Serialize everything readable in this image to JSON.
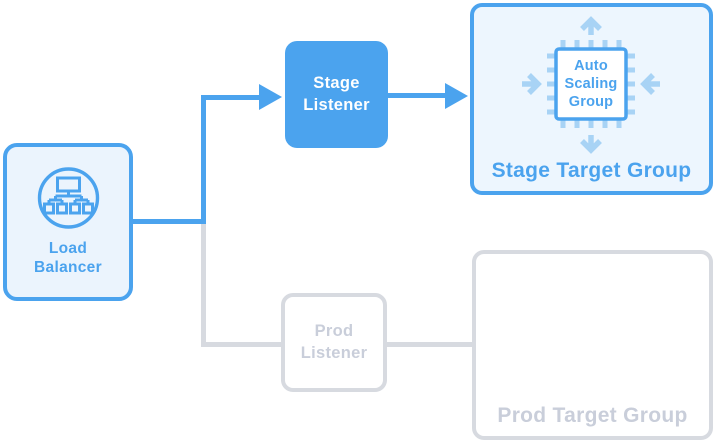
{
  "diagram": {
    "title": "Load balancer stage/prod routing diagram",
    "colors": {
      "primary_blue": "#4BA3EE",
      "pale_blue": "#A8D3F5",
      "light_blue_bg": "#EBF4FD",
      "gray_border": "#D7DAE0",
      "gray_text": "#C9CEDA"
    },
    "nodes": {
      "load_balancer": {
        "label": "Load Balancer",
        "icon": "load-balancer-icon",
        "state": "active"
      },
      "stage_listener": {
        "label": "Stage Listener",
        "state": "active"
      },
      "stage_target_group": {
        "label": "Stage Target Group",
        "auto_scaling_group": "Auto Scaling Group",
        "icon": "auto-scaling-chip-icon",
        "state": "active"
      },
      "prod_listener": {
        "label": "Prod Listener",
        "state": "inactive"
      },
      "prod_target_group": {
        "label": "Prod Target Group",
        "state": "inactive"
      }
    },
    "edges": [
      {
        "from": "load_balancer",
        "to": "stage_listener",
        "style": "blue-arrow"
      },
      {
        "from": "stage_listener",
        "to": "stage_target_group",
        "style": "blue-arrow"
      },
      {
        "from": "load_balancer",
        "to": "prod_listener",
        "style": "gray-line"
      },
      {
        "from": "prod_listener",
        "to": "prod_target_group",
        "style": "gray-line"
      }
    ]
  }
}
